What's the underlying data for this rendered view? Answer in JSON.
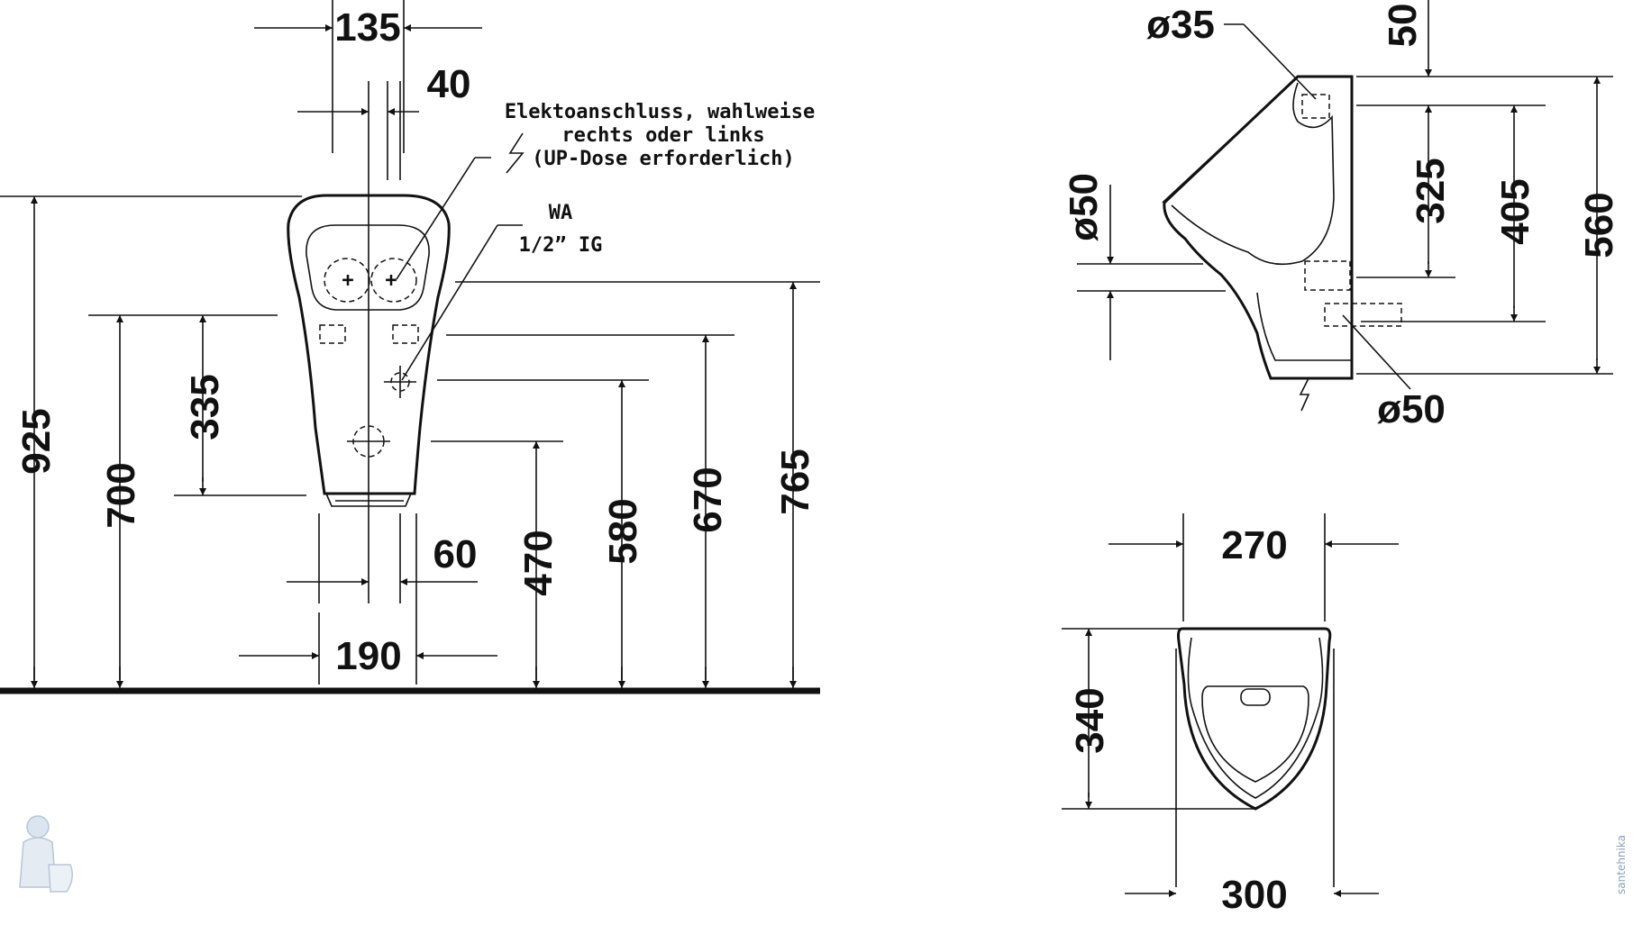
{
  "front_view": {
    "dims": {
      "d135": "135",
      "d40": "40",
      "d925": "925",
      "d700": "700",
      "d335": "335",
      "d60": "60",
      "d190": "190",
      "d470": "470",
      "d580": "580",
      "d670": "670",
      "d765": "765"
    },
    "note_electric": [
      "Elektoanschluss, wahlweise",
      "rechts oder links",
      "(UP-Dose erforderlich)"
    ],
    "note_water": [
      "WA",
      "1/2” IG"
    ]
  },
  "side_view": {
    "dims": {
      "d_inlet": "ø35",
      "d50_top": "50",
      "d325": "325",
      "d405": "405",
      "d560": "560",
      "d_outlet_left": "ø50",
      "d_outlet_right": "ø50"
    }
  },
  "top_view": {
    "dims": {
      "d270": "270",
      "d340": "340",
      "d300": "300"
    }
  },
  "watermark": "santehnika"
}
